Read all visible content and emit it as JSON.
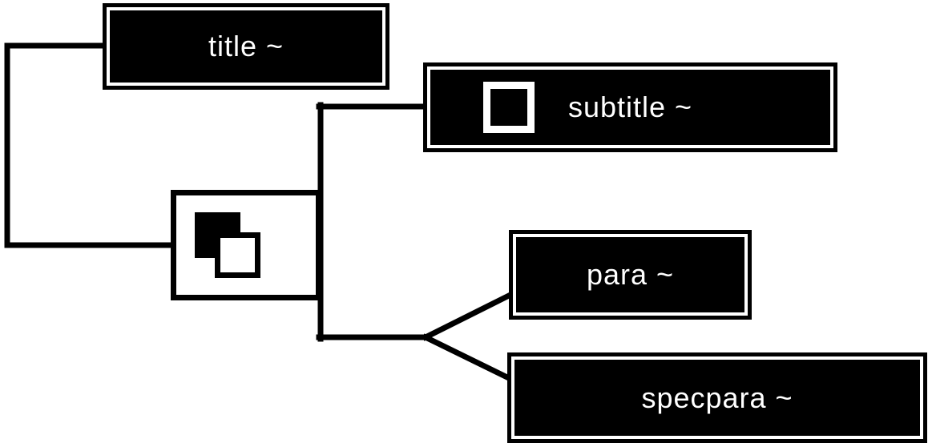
{
  "figure": {
    "type": "tree-diagram",
    "background_color": "#ffffff",
    "ink_color": "#000000",
    "label_color": "#ffffff",
    "root": {
      "icon": "overlapping-squares-icon",
      "children_order": [
        "title",
        "subtitle",
        "para",
        "specpara"
      ]
    },
    "nodes": {
      "title": {
        "label": "title ~"
      },
      "subtitle": {
        "label": "subtitle ~",
        "icon": "square-outline-icon"
      },
      "para": {
        "label": "para ~"
      },
      "specpara": {
        "label": "specpara ~"
      }
    }
  }
}
